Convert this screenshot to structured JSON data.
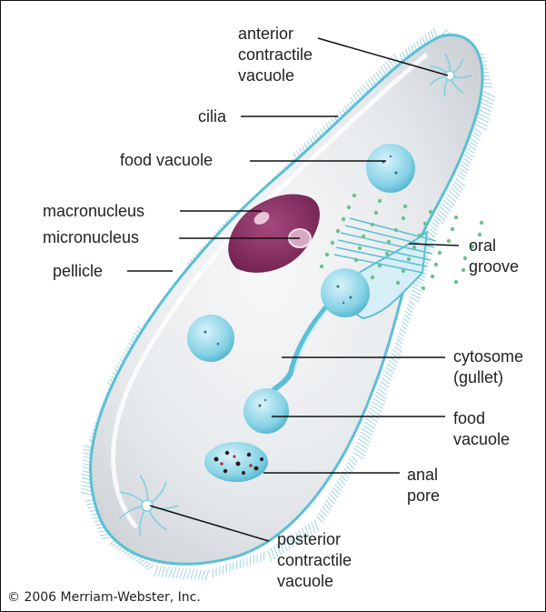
{
  "labels": {
    "anterior_contractile_vacuole": "anterior\ncontractile\nvacuole",
    "cilia": "cilia",
    "food_vacuole_top": "food vacuole",
    "macronucleus": "macronucleus",
    "micronucleus": "micronucleus",
    "pellicle": "pellicle",
    "oral_groove": "oral\ngroove",
    "cytosome": "cytosome\n(gullet)",
    "food_vacuole_bottom": "food\nvacuole",
    "anal_pore": "anal\npore",
    "posterior_contractile_vacuole": "posterior\ncontractile\nvacuole"
  },
  "copyright": "© 2006 Merriam-Webster, Inc.",
  "colors": {
    "cilia": "#9fd3e2",
    "body_fill": "#e9ecef",
    "outline": "#5bbfd6",
    "macronucleus": "#8a2f64",
    "vacuole": "#7ccfe3",
    "leader_line": "#111111"
  }
}
